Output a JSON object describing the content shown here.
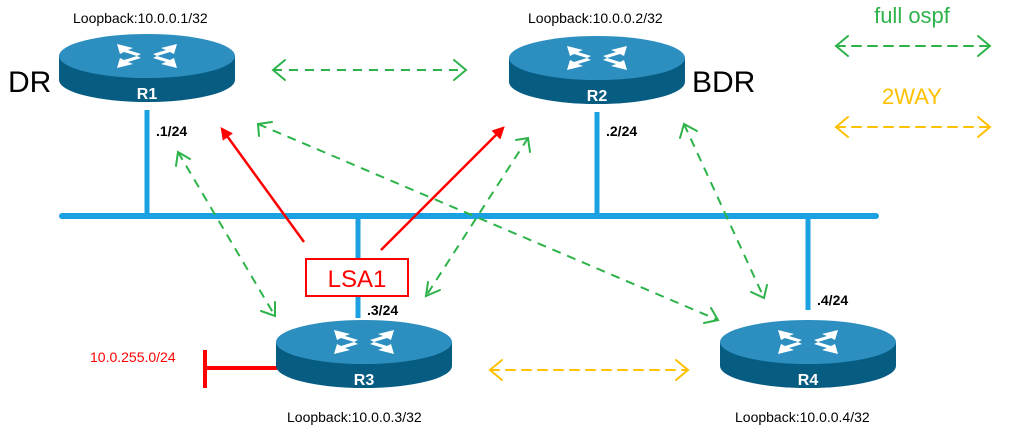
{
  "routers": {
    "r1": {
      "name": "R1",
      "loopback": "Loopback:10.0.0.1/32",
      "ip": ".1/24",
      "role": "DR"
    },
    "r2": {
      "name": "R2",
      "loopback": "Loopback:10.0.0.2/32",
      "ip": ".2/24",
      "role": "BDR"
    },
    "r3": {
      "name": "R3",
      "loopback": "Loopback:10.0.0.3/32",
      "ip": ".3/24"
    },
    "r4": {
      "name": "R4",
      "loopback": "Loopback:10.0.0.4/32",
      "ip": ".4/24"
    }
  },
  "legend": {
    "full": "full ospf",
    "twoway": "2WAY"
  },
  "lsa_label": "LSA1",
  "stub_network": "10.0.255.0/24",
  "colors": {
    "full": "#2db34a",
    "twoway": "#ffc000",
    "lsa": "#ff0000",
    "link": "#1ba1e2",
    "router_top": "#2c8fbf",
    "router_side": "#075c82",
    "router_icon": "#ffffff"
  },
  "icons": {
    "router": "router-icon"
  }
}
